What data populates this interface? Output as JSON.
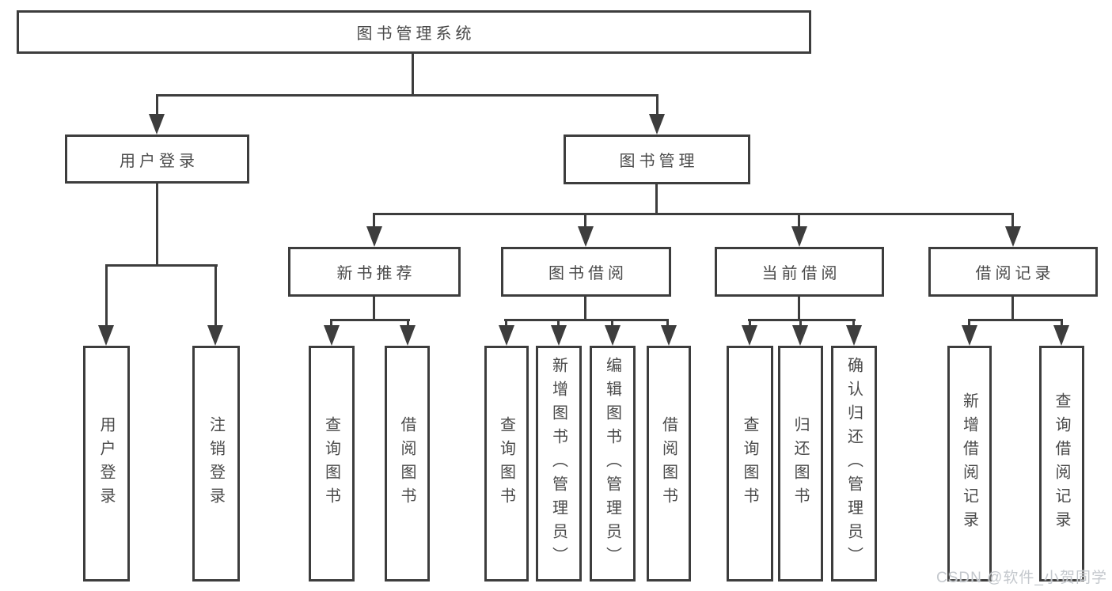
{
  "colors": {
    "line": "#3d3d3d",
    "text": "#4a4a4a",
    "watermark": "#c4c8cd",
    "background": "#ffffff"
  },
  "tree": {
    "root": "图书管理系统",
    "login": {
      "label": "用户登录",
      "children": [
        "用户登录",
        "注销登录"
      ]
    },
    "mgmt": {
      "label": "图书管理",
      "groups": [
        {
          "label": "新书推荐",
          "children": [
            "查询图书",
            "借阅图书"
          ]
        },
        {
          "label": "图书借阅",
          "children": [
            "查询图书",
            "新增图书（管理员）",
            "编辑图书（管理员）",
            "借阅图书"
          ]
        },
        {
          "label": "当前借阅",
          "children": [
            "查询图书",
            "归还图书",
            "确认归还（管理员）"
          ]
        },
        {
          "label": "借阅记录",
          "children": [
            "新增借阅记录",
            "查询借阅记录"
          ]
        }
      ]
    }
  },
  "watermark": {
    "text": "CSDN @软件_小贺同学"
  }
}
